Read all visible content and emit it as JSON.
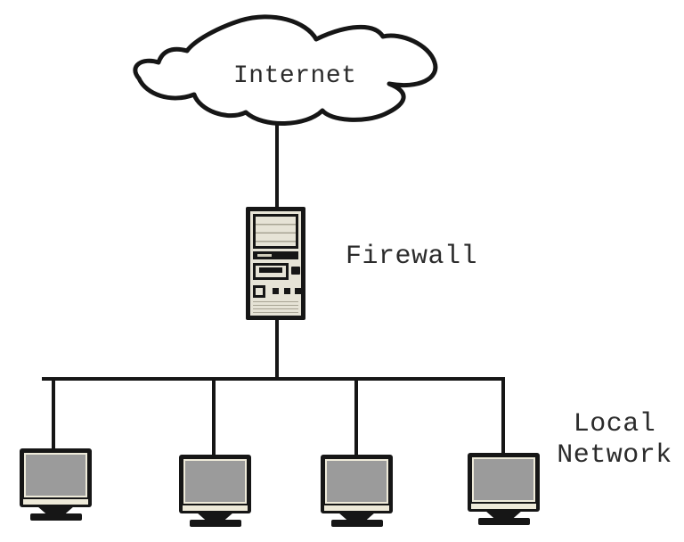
{
  "labels": {
    "internet": "Internet",
    "firewall": "Firewall",
    "local_network_line1": "Local",
    "local_network_line2": "Network"
  },
  "nodes": {
    "internet": {
      "type": "cloud",
      "label": "Internet"
    },
    "firewall": {
      "type": "server-tower",
      "label": "Firewall"
    },
    "local_network": {
      "type": "workstation-group",
      "label": "Local Network",
      "workstation_count": 4
    }
  },
  "connections": [
    {
      "from": "internet",
      "to": "firewall"
    },
    {
      "from": "firewall",
      "to": "local-network-bus"
    },
    {
      "from": "local-network-bus",
      "to": "workstation-1"
    },
    {
      "from": "local-network-bus",
      "to": "workstation-2"
    },
    {
      "from": "local-network-bus",
      "to": "workstation-3"
    },
    {
      "from": "local-network-bus",
      "to": "workstation-4"
    }
  ],
  "colors": {
    "background": "#ffffff",
    "line": "#161616",
    "device_body": "#e6e3d6",
    "monitor_screen": "#9b9b9b",
    "trim": "#eeead9",
    "text": "#2b2b2b"
  }
}
